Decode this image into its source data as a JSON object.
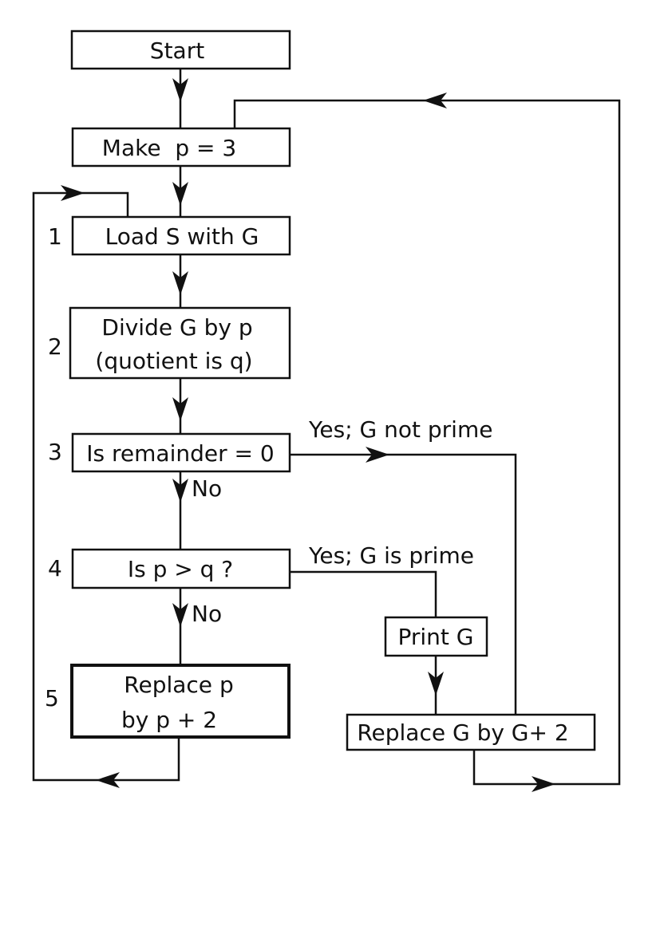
{
  "nodes": {
    "start": "Start",
    "make_p": "Make  p = 3",
    "load": "Load S with G",
    "divide_line1": "Divide G by p",
    "divide_line2": "(quotient is q)",
    "remainder": "Is remainder = 0",
    "compare": "Is p > q ?",
    "replace_p_line1": "Replace p",
    "replace_p_line2": "by p + 2",
    "print": "Print G",
    "replace_g": "Replace G by G+ 2"
  },
  "step_numbers": [
    "1",
    "2",
    "3",
    "4",
    "5"
  ],
  "edge_labels": {
    "no_after_remainder": "No",
    "no_after_compare": "No",
    "yes_not_prime": "Yes; G not prime",
    "yes_prime": "Yes; G is prime"
  }
}
